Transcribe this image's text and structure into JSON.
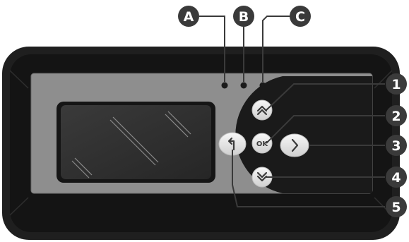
{
  "device": {
    "indicator_callouts": [
      "A",
      "B",
      "C"
    ],
    "button_callouts": [
      "1",
      "2",
      "3",
      "4",
      "5"
    ],
    "buttons": {
      "up": {
        "icon": "double-chevron-up-icon"
      },
      "ok": {
        "label": "OK"
      },
      "right": {
        "icon": "chevron-right-icon"
      },
      "down": {
        "icon": "double-chevron-down-icon"
      },
      "back": {
        "icon": "return-arrow-icon"
      }
    }
  },
  "colors": {
    "housing": "#1f1f1f",
    "bezel": "#111111",
    "faceplate": "#8e8e8e",
    "lcd": "#2f2f2f",
    "keypad": "#1a1a1a",
    "button": "#e9e9e9",
    "callout": "#3a3a3a"
  }
}
